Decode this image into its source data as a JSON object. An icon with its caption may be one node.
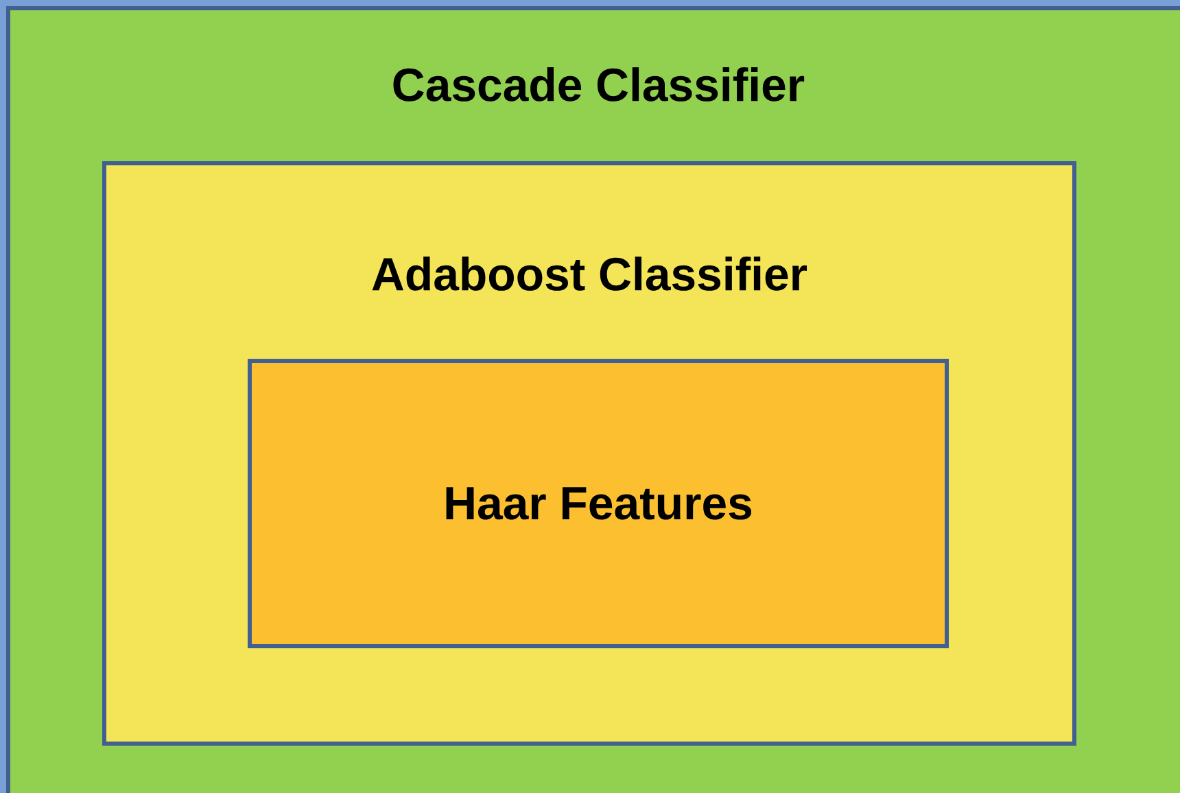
{
  "diagram": {
    "nodes": [
      {
        "text": [
          "Cascade Classifier"
        ]
      },
      {
        "text": [
          "Adaboost Classifier"
        ],
        "in": 0
      },
      {
        "text": [
          "Haar Features"
        ],
        "in": 1
      }
    ]
  }
}
